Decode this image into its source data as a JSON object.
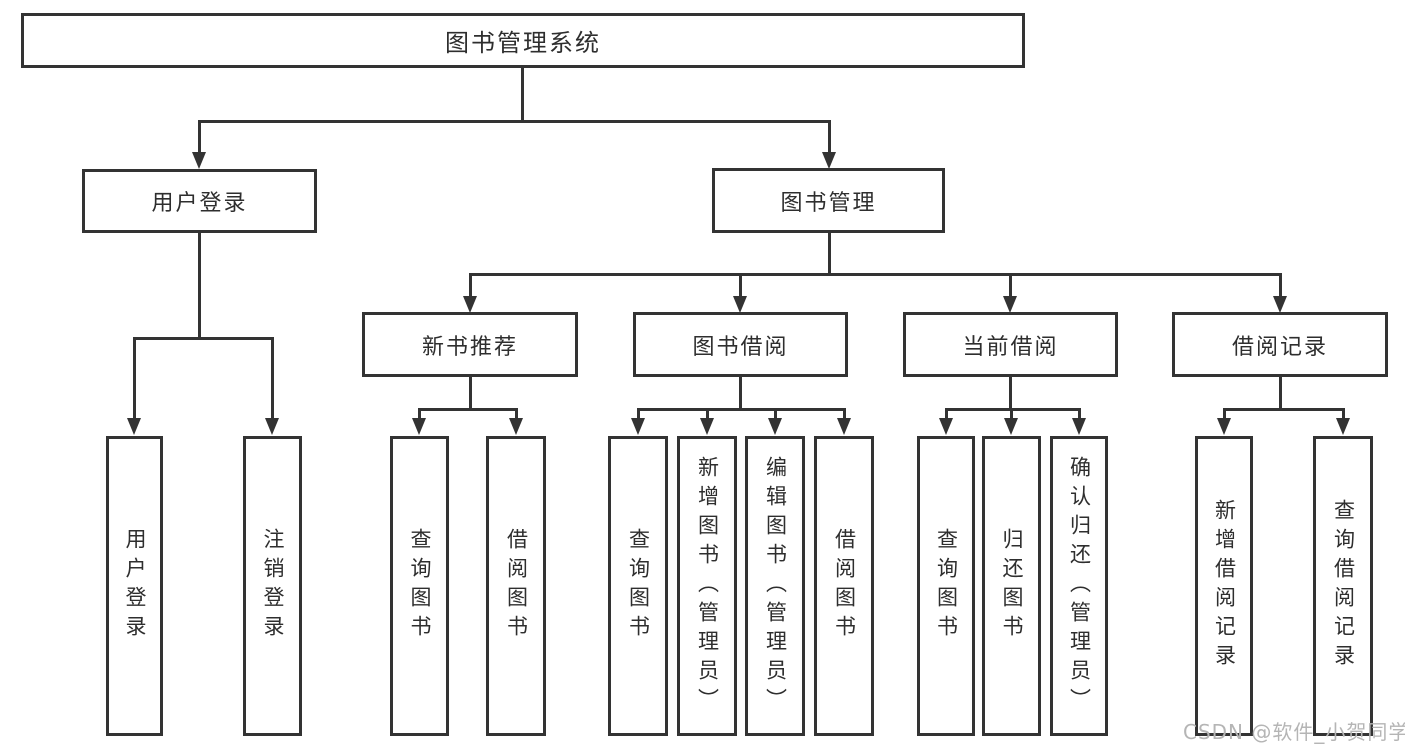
{
  "tree": {
    "root": {
      "label": "图书管理系统"
    },
    "level2": [
      {
        "label": "用户登录"
      },
      {
        "label": "图书管理"
      }
    ],
    "level3": [
      {
        "label": "新书推荐"
      },
      {
        "label": "图书借阅"
      },
      {
        "label": "当前借阅"
      },
      {
        "label": "借阅记录"
      }
    ],
    "leaves": {
      "user_login": [
        {
          "label": "用户登录"
        },
        {
          "label": "注销登录"
        }
      ],
      "new_book": [
        {
          "label": "查询图书"
        },
        {
          "label": "借阅图书"
        }
      ],
      "book_borrow": [
        {
          "label": "查询图书"
        },
        {
          "label": "新增图书（管理员）"
        },
        {
          "label": "编辑图书（管理员）"
        },
        {
          "label": "借阅图书"
        }
      ],
      "current_borrow": [
        {
          "label": "查询图书"
        },
        {
          "label": "归还图书"
        },
        {
          "label": "确认归还（管理员）"
        }
      ],
      "borrow_record": [
        {
          "label": "新增借阅记录"
        },
        {
          "label": "查询借阅记录"
        }
      ]
    }
  },
  "watermark": {
    "text": "CSDN @软件_小贺同学"
  },
  "colors": {
    "line": "#333333",
    "text": "#2e2e2e",
    "watermark": "#b5b5b5",
    "background": "#ffffff"
  }
}
